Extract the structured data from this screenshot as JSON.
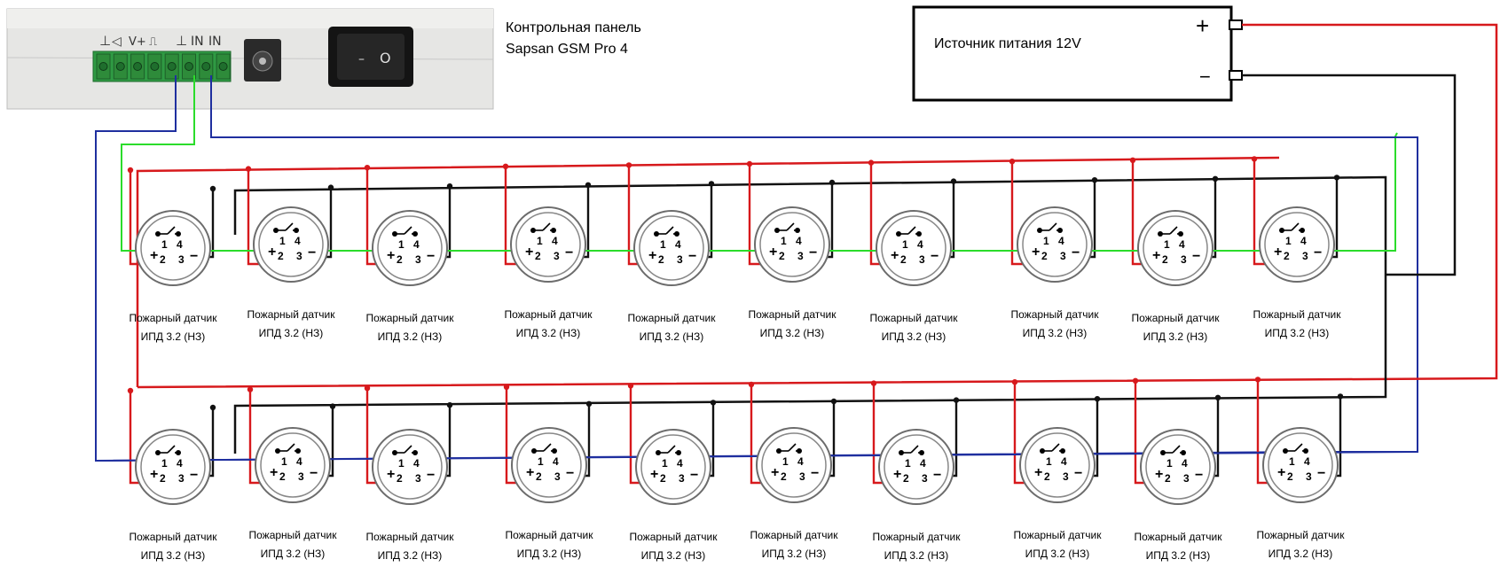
{
  "panel": {
    "title_line1": "Контрольная панель",
    "title_line2": "Sapsan GSM Pro 4",
    "terminal_labels": [
      "⊥",
      "◁",
      "V+",
      "⎍",
      "⊥",
      "IN",
      "IN"
    ],
    "switch_symbols": [
      "–",
      "O"
    ]
  },
  "power_supply": {
    "label": "Источник питания  12V",
    "plus": "+",
    "minus": "−"
  },
  "detector": {
    "label_line1": "Пожарный датчик",
    "label_line2": "ИПД 3.2 (НЗ)",
    "pins": [
      "1",
      "4",
      "2",
      "3"
    ],
    "plus": "+",
    "minus": "−"
  },
  "rows": [
    {
      "name": "top-row",
      "count": 10
    },
    {
      "name": "bottom-row",
      "count": 10
    }
  ],
  "colors": {
    "positive": "#d7191c",
    "negative": "#111111",
    "loop1": "#2bdc2b",
    "loop2": "#1f2f9f",
    "panel_bg": "#e4e4e4",
    "terminal": "#2e8b3a"
  }
}
